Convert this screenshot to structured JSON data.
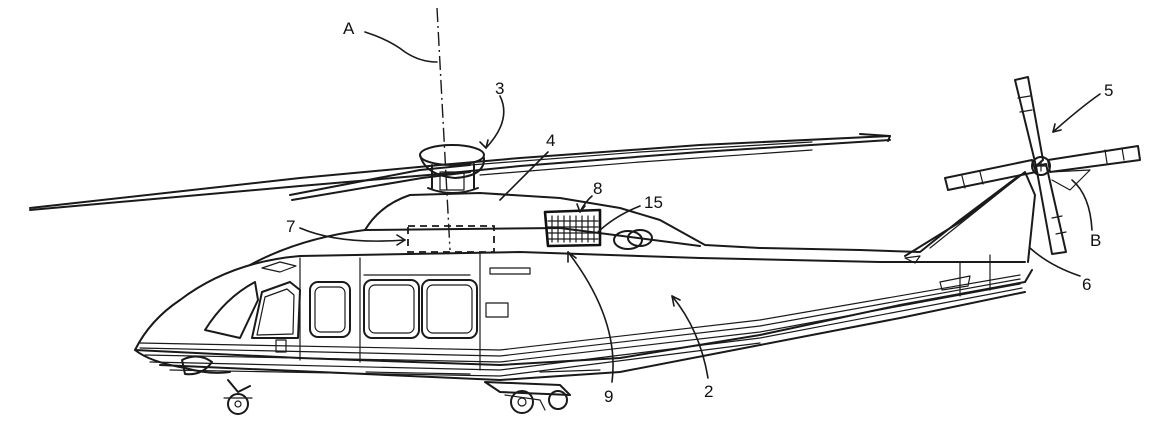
{
  "figure": {
    "labels": [
      {
        "id": "A",
        "text": "A"
      },
      {
        "id": "3",
        "text": "3"
      },
      {
        "id": "4",
        "text": "4"
      },
      {
        "id": "5",
        "text": "5"
      },
      {
        "id": "8",
        "text": "8"
      },
      {
        "id": "15",
        "text": "15"
      },
      {
        "id": "7",
        "text": "7"
      },
      {
        "id": "B",
        "text": "B"
      },
      {
        "id": "6",
        "text": "6"
      },
      {
        "id": "9",
        "text": "9"
      },
      {
        "id": "2",
        "text": "2"
      }
    ]
  }
}
